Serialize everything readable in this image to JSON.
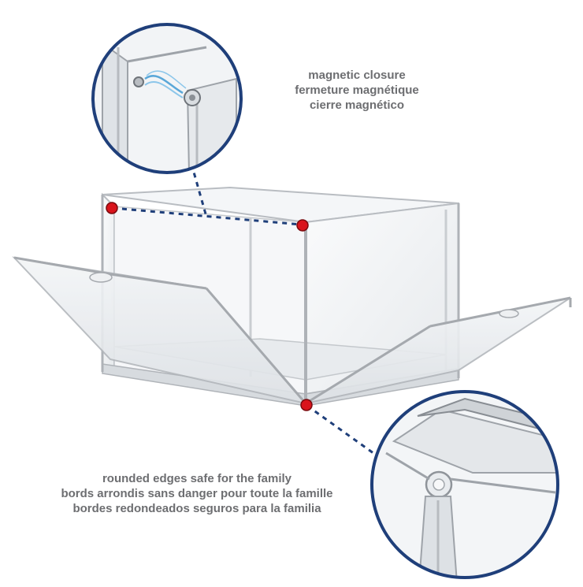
{
  "captions": {
    "magnetic": {
      "en": "magnetic closure",
      "fr": "fermeture magnétique",
      "es": "cierre magnético"
    },
    "rounded": {
      "en": "rounded edges safe for the family",
      "fr": "bords arrondis sans danger pour toute la famille",
      "es": "bordes redondeados seguros para la familia"
    }
  },
  "colors": {
    "callout_ring": "#1f3f7a",
    "dotted_line": "#1f3f7a",
    "marker": "#d9141c",
    "caption_text": "#6d6e71",
    "acrylic_edge": "#b9bdc2"
  },
  "icons": [
    "magnet-callout-circle",
    "corner-callout-circle",
    "red-marker-dot"
  ]
}
